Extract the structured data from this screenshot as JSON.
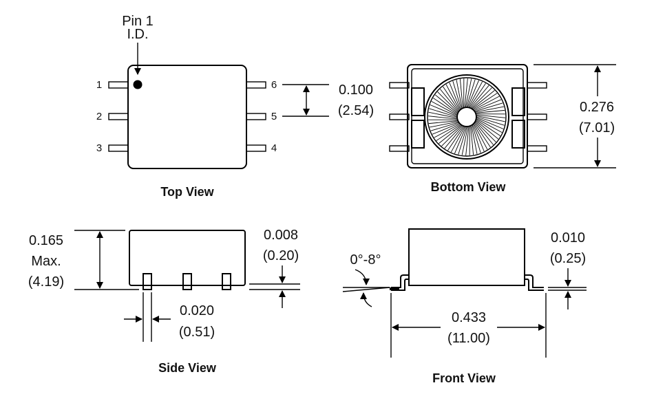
{
  "top_view": {
    "title": "Top View",
    "pin1_id_line1": "Pin 1",
    "pin1_id_line2": "I.D.",
    "pins": [
      "1",
      "2",
      "3",
      "6",
      "5",
      "4"
    ],
    "pitch_in": "0.100",
    "pitch_mm": "(2.54)"
  },
  "bottom_view": {
    "title": "Bottom View",
    "height_in": "0.276",
    "height_mm": "(7.01)"
  },
  "side_view": {
    "title": "Side View",
    "height_in": "0.165",
    "height_max": "Max.",
    "height_mm": "(4.19)",
    "standoff_in": "0.008",
    "standoff_mm": "(0.20)",
    "lead_width_in": "0.020",
    "lead_width_mm": "(0.51)"
  },
  "front_view": {
    "title": "Front View",
    "angle": "0°-8°",
    "thickness_in": "0.010",
    "thickness_mm": "(0.25)",
    "length_in": "0.433",
    "length_mm": "(11.00)"
  }
}
